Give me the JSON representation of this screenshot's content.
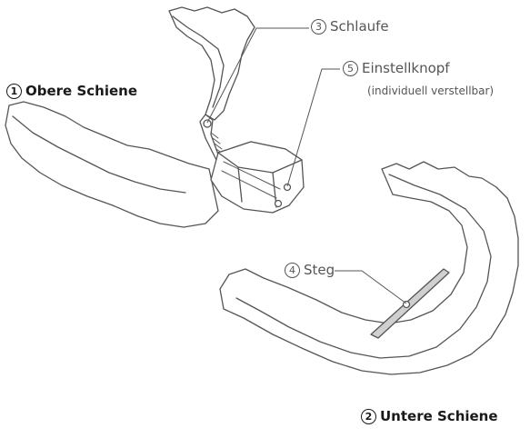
{
  "labels": {
    "upper": {
      "num": "1",
      "text": "Obere Schiene"
    },
    "lower": {
      "num": "2",
      "text": "Untere Schiene"
    },
    "loop": {
      "num": "3",
      "text": "Schlaufe"
    },
    "bar": {
      "num": "4",
      "text": "Steg"
    },
    "knob": {
      "num": "5",
      "text": "Einstellknopf",
      "sub": "(individuell verstellbar)"
    }
  },
  "colors": {
    "stroke": "#555555",
    "fill": "#ffffff",
    "leader": "#555555",
    "bar_fill": "#d0d0d0"
  }
}
